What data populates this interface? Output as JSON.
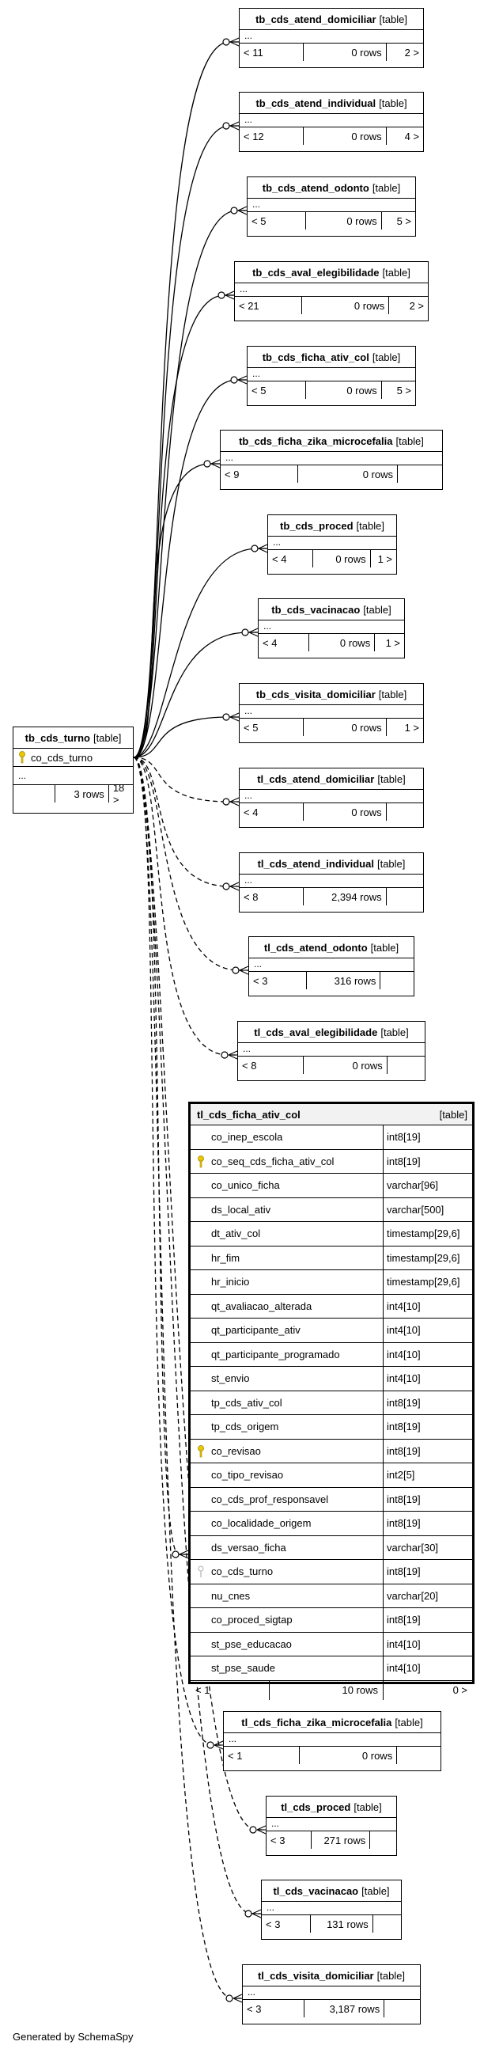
{
  "footer": "Generated by SchemaSpy",
  "kind_label": "[table]",
  "dots": "...",
  "root": {
    "name": "tb_cds_turno",
    "kind": "[table]",
    "column": "co_cds_turno",
    "rows": "3 rows",
    "right": "18 >"
  },
  "tables": [
    {
      "name": "tb_cds_atend_domiciliar",
      "left": "< 11",
      "rows": "0 rows",
      "right": "2 >"
    },
    {
      "name": "tb_cds_atend_individual",
      "left": "< 12",
      "rows": "0 rows",
      "right": "4 >"
    },
    {
      "name": "tb_cds_atend_odonto",
      "left": "< 5",
      "rows": "0 rows",
      "right": "5 >"
    },
    {
      "name": "tb_cds_aval_elegibilidade",
      "left": "< 21",
      "rows": "0 rows",
      "right": "2 >"
    },
    {
      "name": "tb_cds_ficha_ativ_col",
      "left": "< 5",
      "rows": "0 rows",
      "right": "5 >"
    },
    {
      "name": "tb_cds_ficha_zika_microcefalia",
      "left": "< 9",
      "rows": "0 rows",
      "right": ""
    },
    {
      "name": "tb_cds_proced",
      "left": "< 4",
      "rows": "0 rows",
      "right": "1 >"
    },
    {
      "name": "tb_cds_vacinacao",
      "left": "< 4",
      "rows": "0 rows",
      "right": "1 >"
    },
    {
      "name": "tb_cds_visita_domiciliar",
      "left": "< 5",
      "rows": "0 rows",
      "right": "1 >"
    },
    {
      "name": "tl_cds_atend_domiciliar",
      "left": "< 4",
      "rows": "0 rows",
      "right": ""
    },
    {
      "name": "tl_cds_atend_individual",
      "left": "< 8",
      "rows": "2,394 rows",
      "right": ""
    },
    {
      "name": "tl_cds_atend_odonto",
      "left": "< 3",
      "rows": "316 rows",
      "right": ""
    },
    {
      "name": "tl_cds_aval_elegibilidade",
      "left": "< 8",
      "rows": "0 rows",
      "right": ""
    },
    {
      "name": "tl_cds_ficha_zika_microcefalia",
      "left": "< 1",
      "rows": "0 rows",
      "right": ""
    },
    {
      "name": "tl_cds_proced",
      "left": "< 3",
      "rows": "271 rows",
      "right": ""
    },
    {
      "name": "tl_cds_vacinacao",
      "left": "< 3",
      "rows": "131 rows",
      "right": ""
    },
    {
      "name": "tl_cds_visita_domiciliar",
      "left": "< 3",
      "rows": "3,187 rows",
      "right": ""
    }
  ],
  "main": {
    "name": "tl_cds_ficha_ativ_col",
    "kind": "[table]",
    "columns": [
      {
        "name": "co_inep_escola",
        "type": "int8[19]",
        "pk": false,
        "fk": false
      },
      {
        "name": "co_seq_cds_ficha_ativ_col",
        "type": "int8[19]",
        "pk": true,
        "fk": false
      },
      {
        "name": "co_unico_ficha",
        "type": "varchar[96]",
        "pk": false,
        "fk": false
      },
      {
        "name": "ds_local_ativ",
        "type": "varchar[500]",
        "pk": false,
        "fk": false
      },
      {
        "name": "dt_ativ_col",
        "type": "timestamp[29,6]",
        "pk": false,
        "fk": false
      },
      {
        "name": "hr_fim",
        "type": "timestamp[29,6]",
        "pk": false,
        "fk": false
      },
      {
        "name": "hr_inicio",
        "type": "timestamp[29,6]",
        "pk": false,
        "fk": false
      },
      {
        "name": "qt_avaliacao_alterada",
        "type": "int4[10]",
        "pk": false,
        "fk": false
      },
      {
        "name": "qt_participante_ativ",
        "type": "int4[10]",
        "pk": false,
        "fk": false
      },
      {
        "name": "qt_participante_programado",
        "type": "int4[10]",
        "pk": false,
        "fk": false
      },
      {
        "name": "st_envio",
        "type": "int4[10]",
        "pk": false,
        "fk": false
      },
      {
        "name": "tp_cds_ativ_col",
        "type": "int8[19]",
        "pk": false,
        "fk": false
      },
      {
        "name": "tp_cds_origem",
        "type": "int8[19]",
        "pk": false,
        "fk": false
      },
      {
        "name": "co_revisao",
        "type": "int8[19]",
        "pk": true,
        "fk": false
      },
      {
        "name": "co_tipo_revisao",
        "type": "int2[5]",
        "pk": false,
        "fk": false
      },
      {
        "name": "co_cds_prof_responsavel",
        "type": "int8[19]",
        "pk": false,
        "fk": false
      },
      {
        "name": "co_localidade_origem",
        "type": "int8[19]",
        "pk": false,
        "fk": false
      },
      {
        "name": "ds_versao_ficha",
        "type": "varchar[30]",
        "pk": false,
        "fk": false
      },
      {
        "name": "co_cds_turno",
        "type": "int8[19]",
        "pk": false,
        "fk": true
      },
      {
        "name": "nu_cnes",
        "type": "varchar[20]",
        "pk": false,
        "fk": false
      },
      {
        "name": "co_proced_sigtap",
        "type": "int8[19]",
        "pk": false,
        "fk": false
      },
      {
        "name": "st_pse_educacao",
        "type": "int4[10]",
        "pk": false,
        "fk": false
      },
      {
        "name": "st_pse_saude",
        "type": "int4[10]",
        "pk": false,
        "fk": false
      }
    ],
    "left": "< 1",
    "rows": "10 rows",
    "right": "0 >"
  }
}
